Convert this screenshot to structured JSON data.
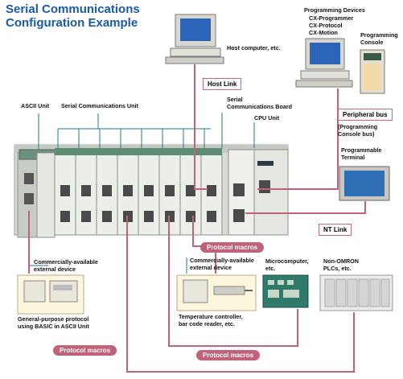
{
  "title": {
    "line1": "Serial Communications",
    "line2": "Configuration Example"
  },
  "labels": {
    "host_computer": "Host computer, etc.",
    "programming_devices": "Programming Devices",
    "cx_programmer": "CX-Programmer",
    "cx_protocol": "CX-Protocol",
    "cx_motion": "CX-Motion",
    "programming_console_l1": "Programming",
    "programming_console_l2": "Console",
    "host_link": "Host Link",
    "ascii_unit": "ASCII Unit",
    "serial_comm_unit": "Serial Communications Unit",
    "serial_comm_board_l1": "Serial",
    "serial_comm_board_l2": "Communications Board",
    "cpu_unit": "CPU Unit",
    "peripheral_bus": "Peripheral bus",
    "peripheral_sub_l1": "(Programming",
    "peripheral_sub_l2": "Console bus)",
    "programmable_terminal_l1": "Programmable",
    "programmable_terminal_l2": "Terminal",
    "nt_link": "NT Link",
    "protocol_macros_1": "Protocol macros",
    "protocol_macros_2": "Protocol macros",
    "protocol_macros_3": "Protocol macros",
    "commercial_device_left_l1": "Commercially-available",
    "commercial_device_left_l2": "external device",
    "commercial_device_mid_l1": "Commercially-available",
    "commercial_device_mid_l2": "external device",
    "microcomputer_l1": "Microcomputer,",
    "microcomputer_l2": "etc.",
    "non_omron_l1": "Non-OMRON",
    "non_omron_l2": "PLCs, etc.",
    "general_purpose_l1": "General-purpose protocol",
    "general_purpose_l2": "using BASIC in ASCII Unit",
    "temp_controller_l1": "Temperature controller,",
    "temp_controller_l2": "bar code reader, etc."
  },
  "colors": {
    "title": "#1a5aa8",
    "connection_line": "#c0637a",
    "pill": "#c0637a",
    "leader_line": "#1f7a8c",
    "device_bg": "#fbf6dc"
  }
}
